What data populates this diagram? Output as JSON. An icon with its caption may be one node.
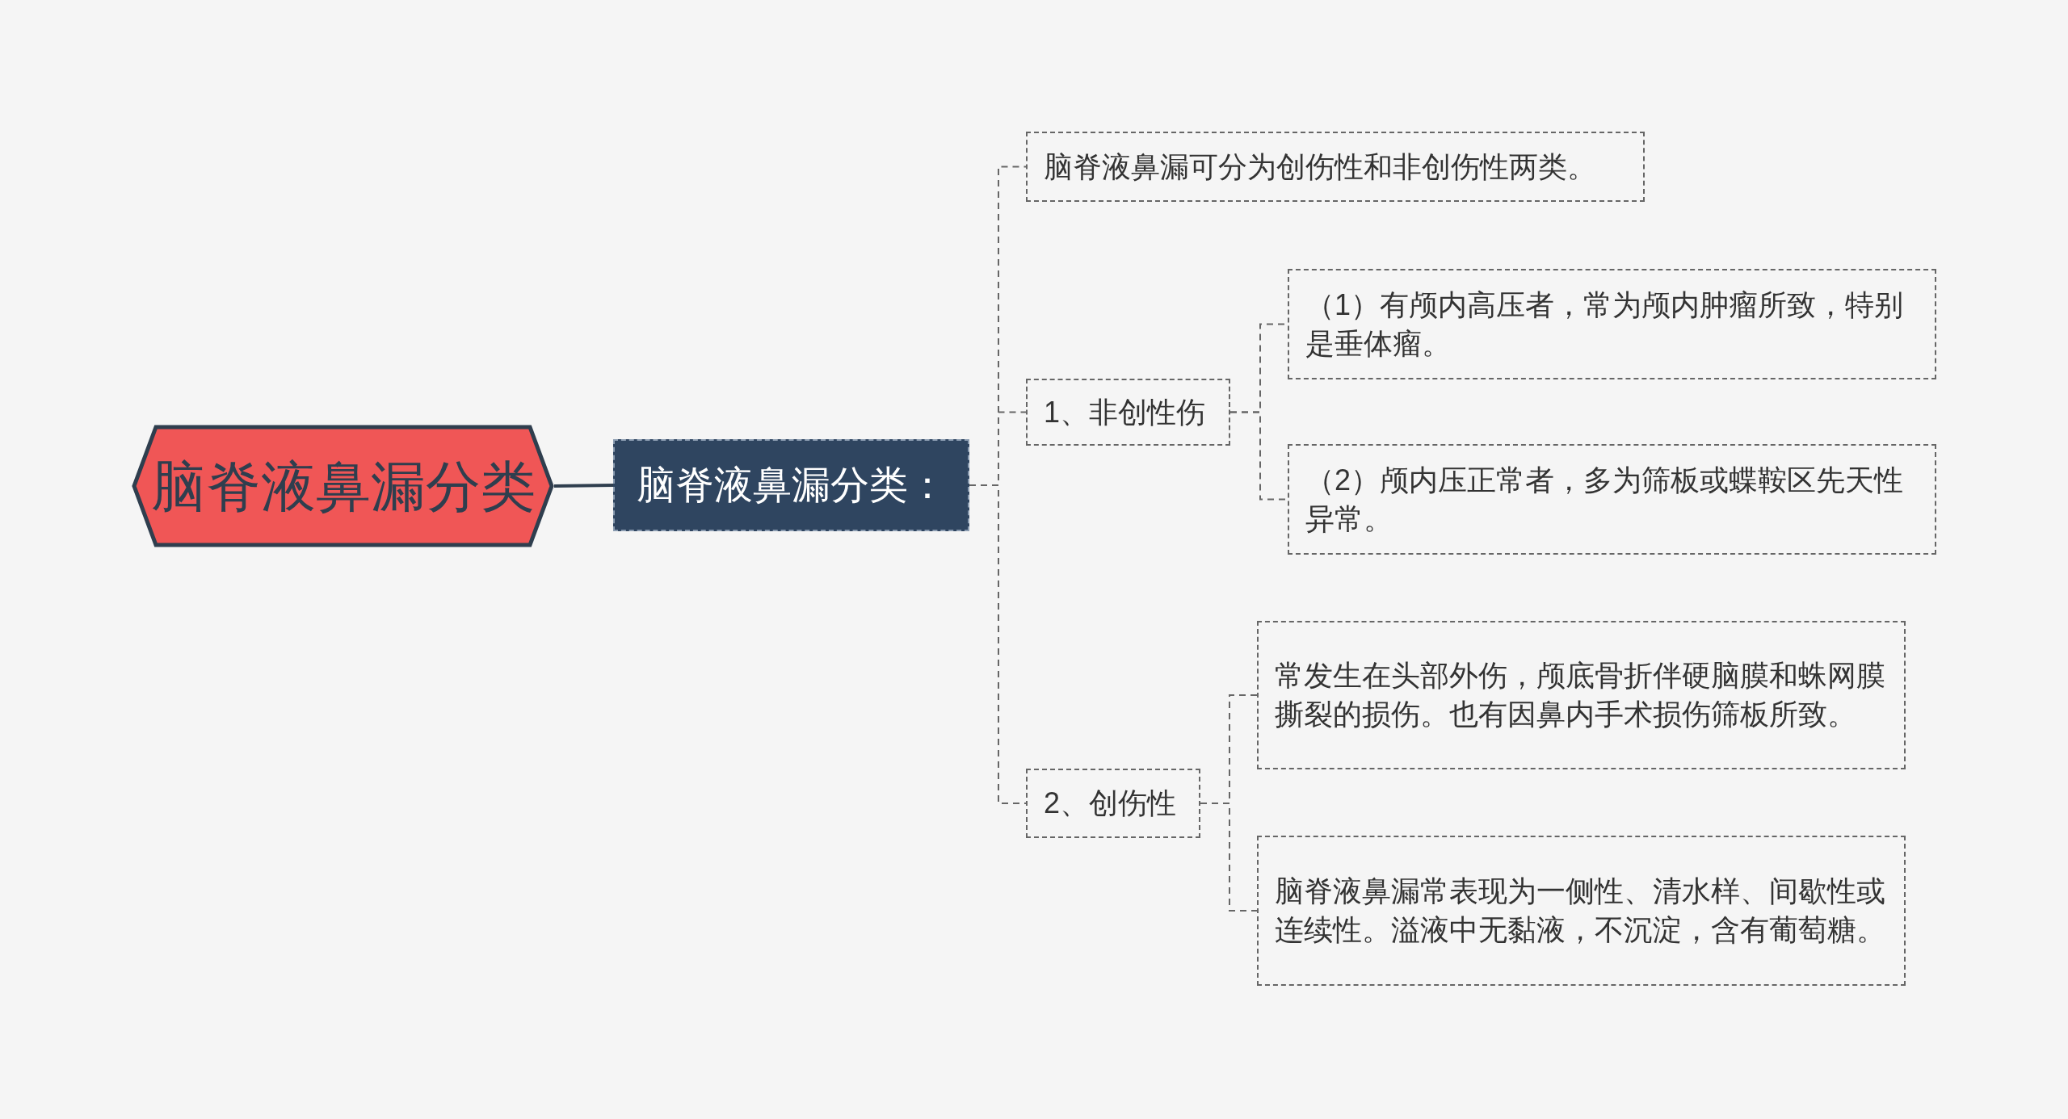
{
  "diagram": {
    "nodes": [
      {
        "text": [
          "脑脊液鼻漏分类"
        ]
      },
      {
        "text": [
          "脑脊液鼻漏分类："
        ]
      },
      {
        "text": [
          "脑脊液鼻漏可分为创伤性和非创伤性两类。"
        ]
      },
      {
        "text": [
          "1、非创性伤"
        ]
      },
      {
        "text": [
          "（1）有颅内高压者，常为颅内肿瘤所致，特别是垂体瘤。"
        ]
      },
      {
        "text": [
          "（2）颅内压正常者，多为筛板或蝶鞍区先天性异常。"
        ]
      },
      {
        "text": [
          "2、创伤性"
        ]
      },
      {
        "text": [
          "常发生在头部外伤，颅底骨折伴硬脑膜和蛛网膜撕裂的损伤。也有因鼻内手术损伤筛板所致。"
        ]
      },
      {
        "text": [
          "脑脊液鼻漏常表现为一侧性、清水样、间歇性或连续性。溢液中无黏液，不沉淀，含有葡萄糖。"
        ]
      }
    ],
    "edges": [
      {
        "from": 0,
        "to": 1,
        "arrow": "none",
        "color": "#2f3e4e"
      },
      {
        "from": 1,
        "to": 2,
        "arrow": "none",
        "style": "dashed"
      },
      {
        "from": 1,
        "to": 3,
        "arrow": "none",
        "style": "dashed"
      },
      {
        "from": 1,
        "to": 6,
        "arrow": "none",
        "style": "dashed"
      },
      {
        "from": 3,
        "to": 4,
        "arrow": "none",
        "style": "dashed"
      },
      {
        "from": 3,
        "to": 5,
        "arrow": "none",
        "style": "dashed"
      },
      {
        "from": 6,
        "to": 7,
        "arrow": "none",
        "style": "dashed"
      },
      {
        "from": 6,
        "to": 8,
        "arrow": "none",
        "style": "dashed"
      }
    ]
  }
}
